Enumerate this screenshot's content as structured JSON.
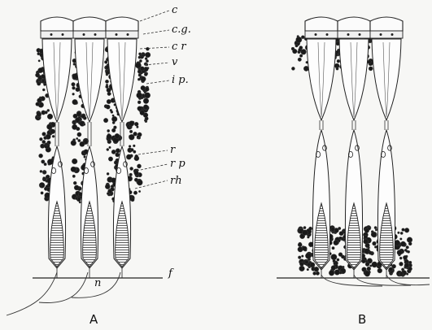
{
  "labels": {
    "c": "c",
    "cg": "c.g.",
    "cr": "c r",
    "v": "v",
    "ip": "i p.",
    "r": "r",
    "rp": "r p",
    "rh": "rh",
    "f": "f",
    "n": "n"
  },
  "panels": {
    "a": "A",
    "b": "B"
  }
}
